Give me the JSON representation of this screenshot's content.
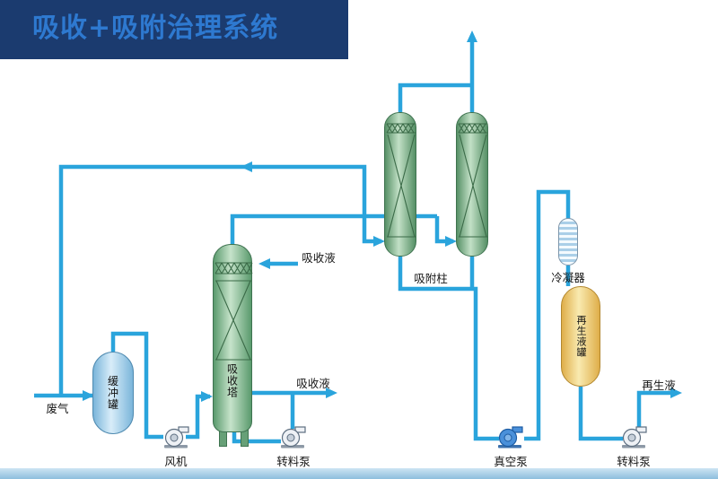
{
  "title": "吸收+吸附治理系统",
  "labels": {
    "waste_gas": "废气",
    "buffer_tank": "缓冲罐",
    "fan": "风机",
    "absorption_tower": "吸收塔",
    "absorbent_in": "吸收液",
    "absorbent_out": "吸收液",
    "transfer_pump_left": "转料泵",
    "adsorption_column": "吸附柱",
    "condenser": "冷凝器",
    "regen_tank": "再生液罐",
    "vacuum_pump": "真空泵",
    "transfer_pump_right": "转料泵",
    "regen_liquid": "再生液"
  },
  "colors": {
    "pipe": "#2AA4DC",
    "banner": "#1B3B6F",
    "title": "#2E79D0"
  }
}
